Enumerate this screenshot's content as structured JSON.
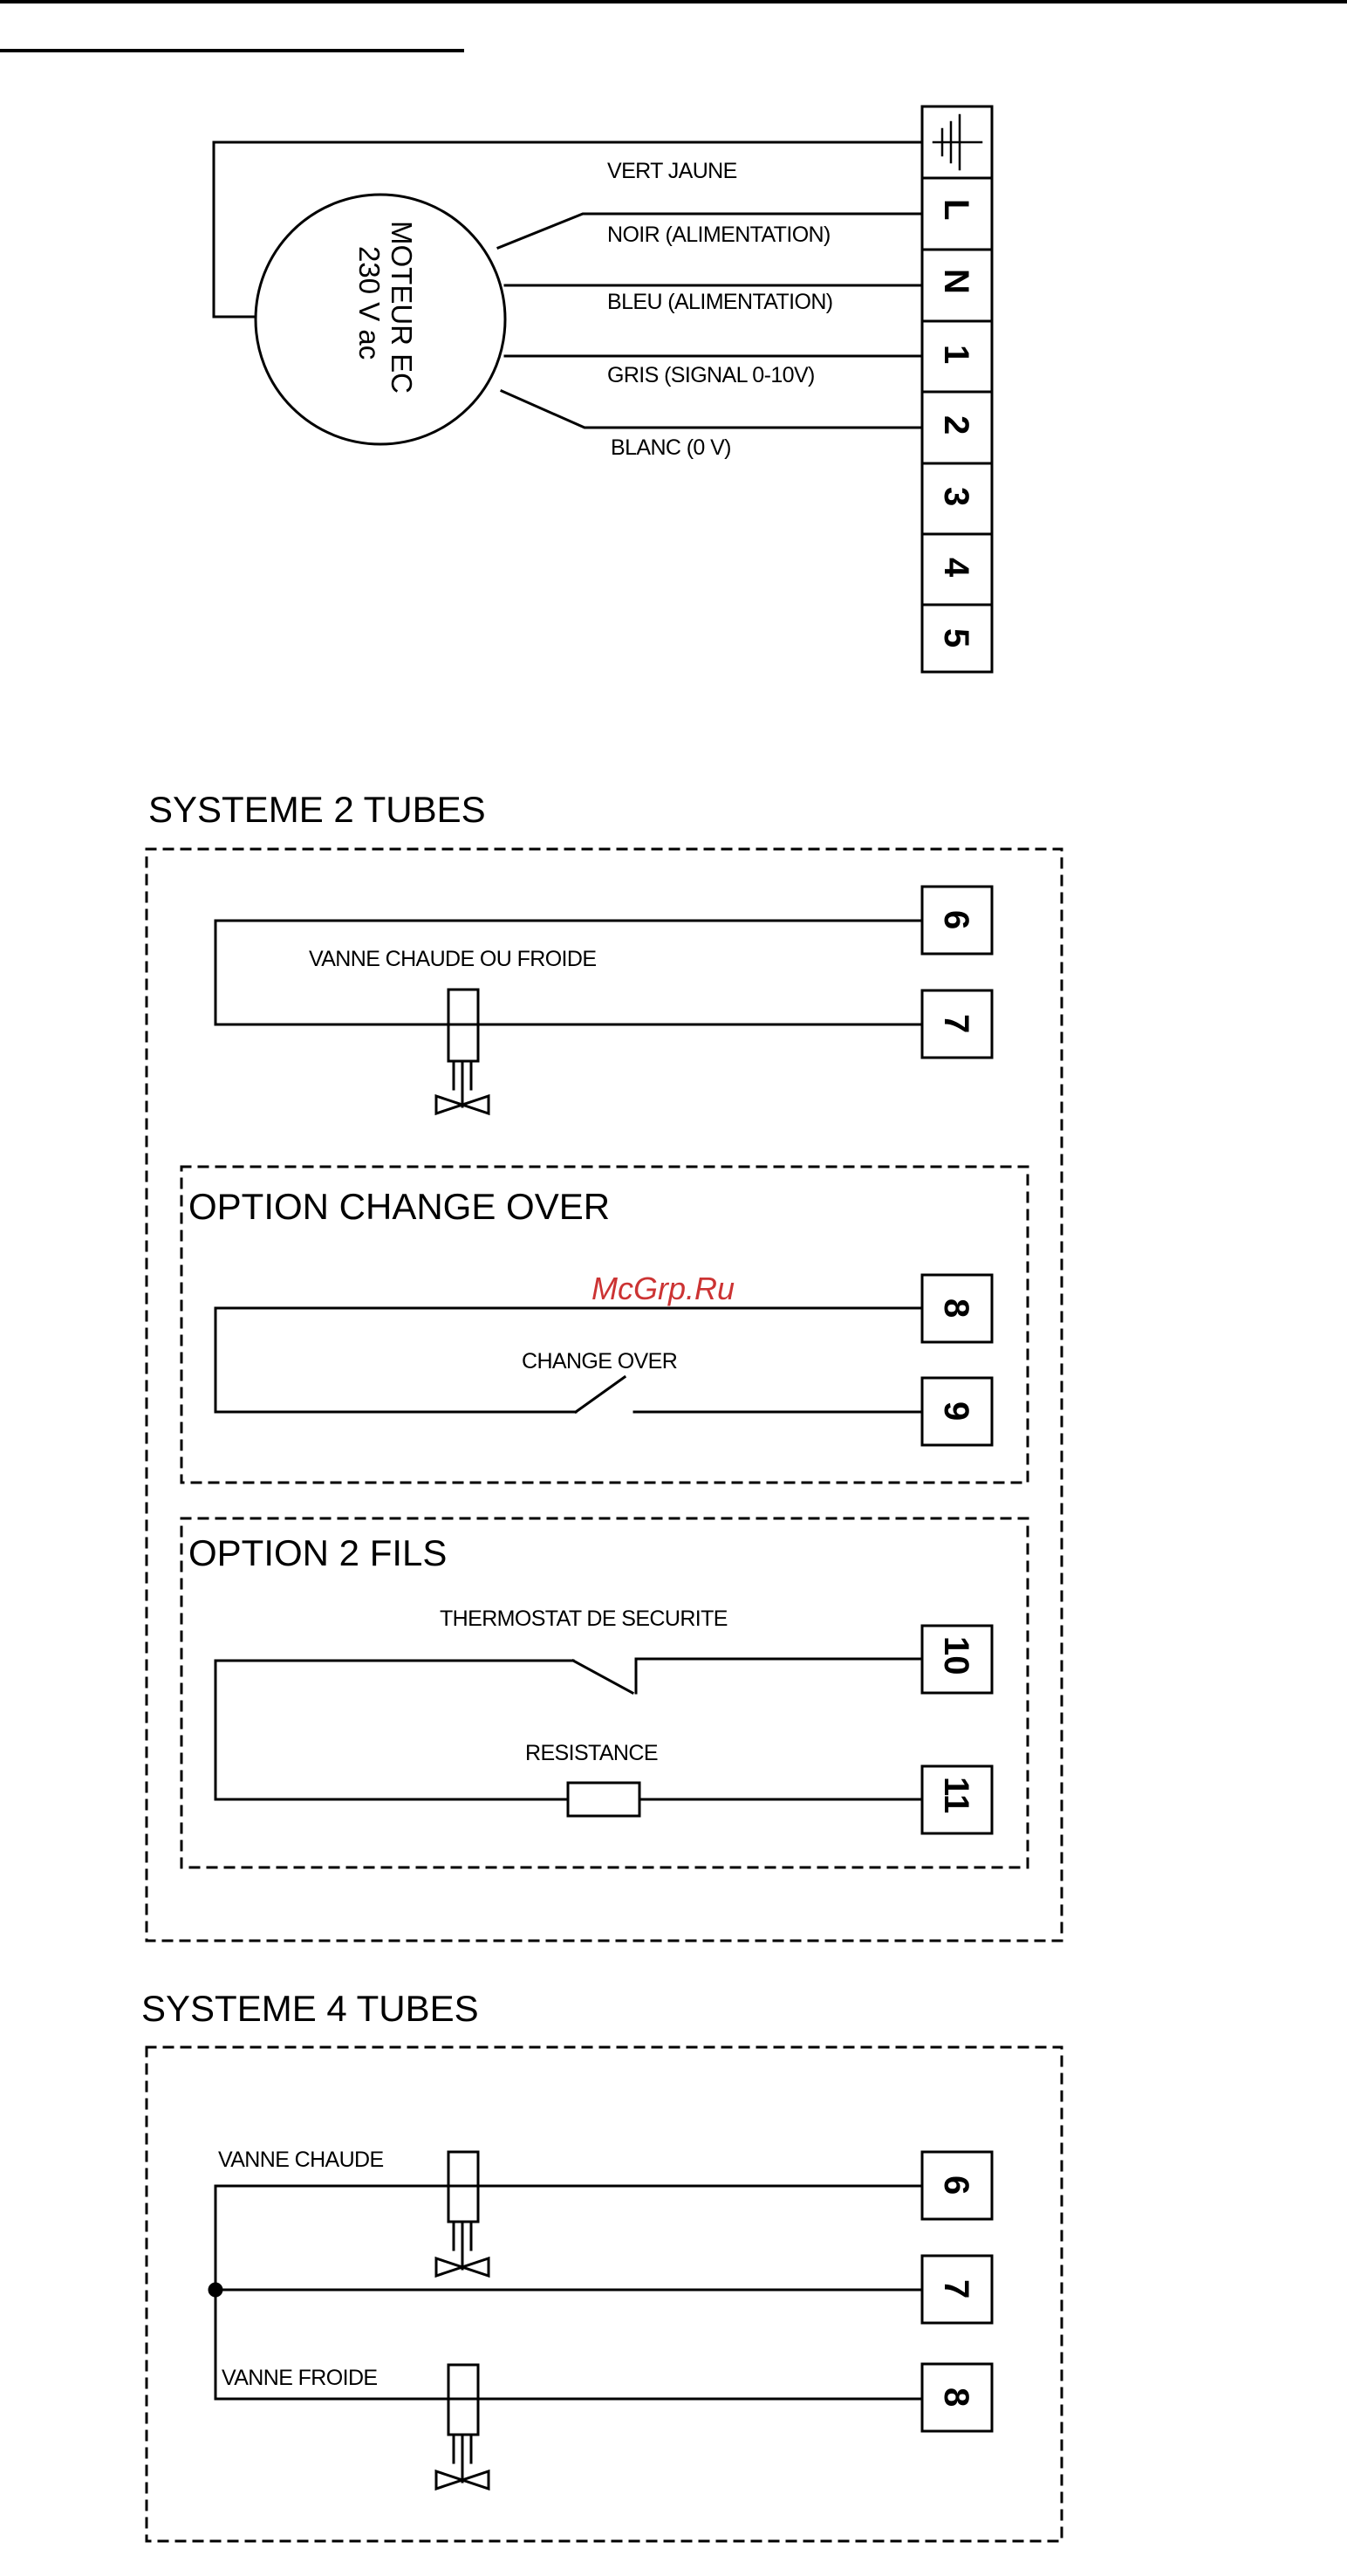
{
  "watermark": "McGrp.Ru",
  "motor": {
    "line1": "MOTEUR EC",
    "line2": "230 V ac",
    "wires": {
      "earth": "VERT JAUNE",
      "live": "NOIR (ALIMENTATION)",
      "neutral": "BLEU (ALIMENTATION)",
      "signal": "GRIS (SIGNAL 0-10V)",
      "zero": "BLANC (0 V)"
    },
    "terminals": [
      "L",
      "N",
      "1",
      "2",
      "3",
      "4",
      "5"
    ]
  },
  "system2": {
    "title": "SYSTEME 2 TUBES",
    "valve_label": "VANNE CHAUDE OU FROIDE",
    "terminals": [
      "6",
      "7"
    ],
    "change_over": {
      "title": "OPTION CHANGE OVER",
      "switch_label": "CHANGE OVER",
      "terminals": [
        "8",
        "9"
      ]
    },
    "two_wires": {
      "title": "OPTION 2 FILS",
      "thermostat_label": "THERMOSTAT DE SECURITE",
      "resistor_label": "RESISTANCE",
      "terminals": [
        "10",
        "11"
      ]
    }
  },
  "system4": {
    "title": "SYSTEME 4 TUBES",
    "hot_valve_label": "VANNE CHAUDE",
    "cold_valve_label": "VANNE FROIDE",
    "terminals": [
      "6",
      "7",
      "8"
    ]
  },
  "colors": {
    "line": "#000000",
    "watermark": "#cc3333",
    "background": "#ffffff"
  }
}
